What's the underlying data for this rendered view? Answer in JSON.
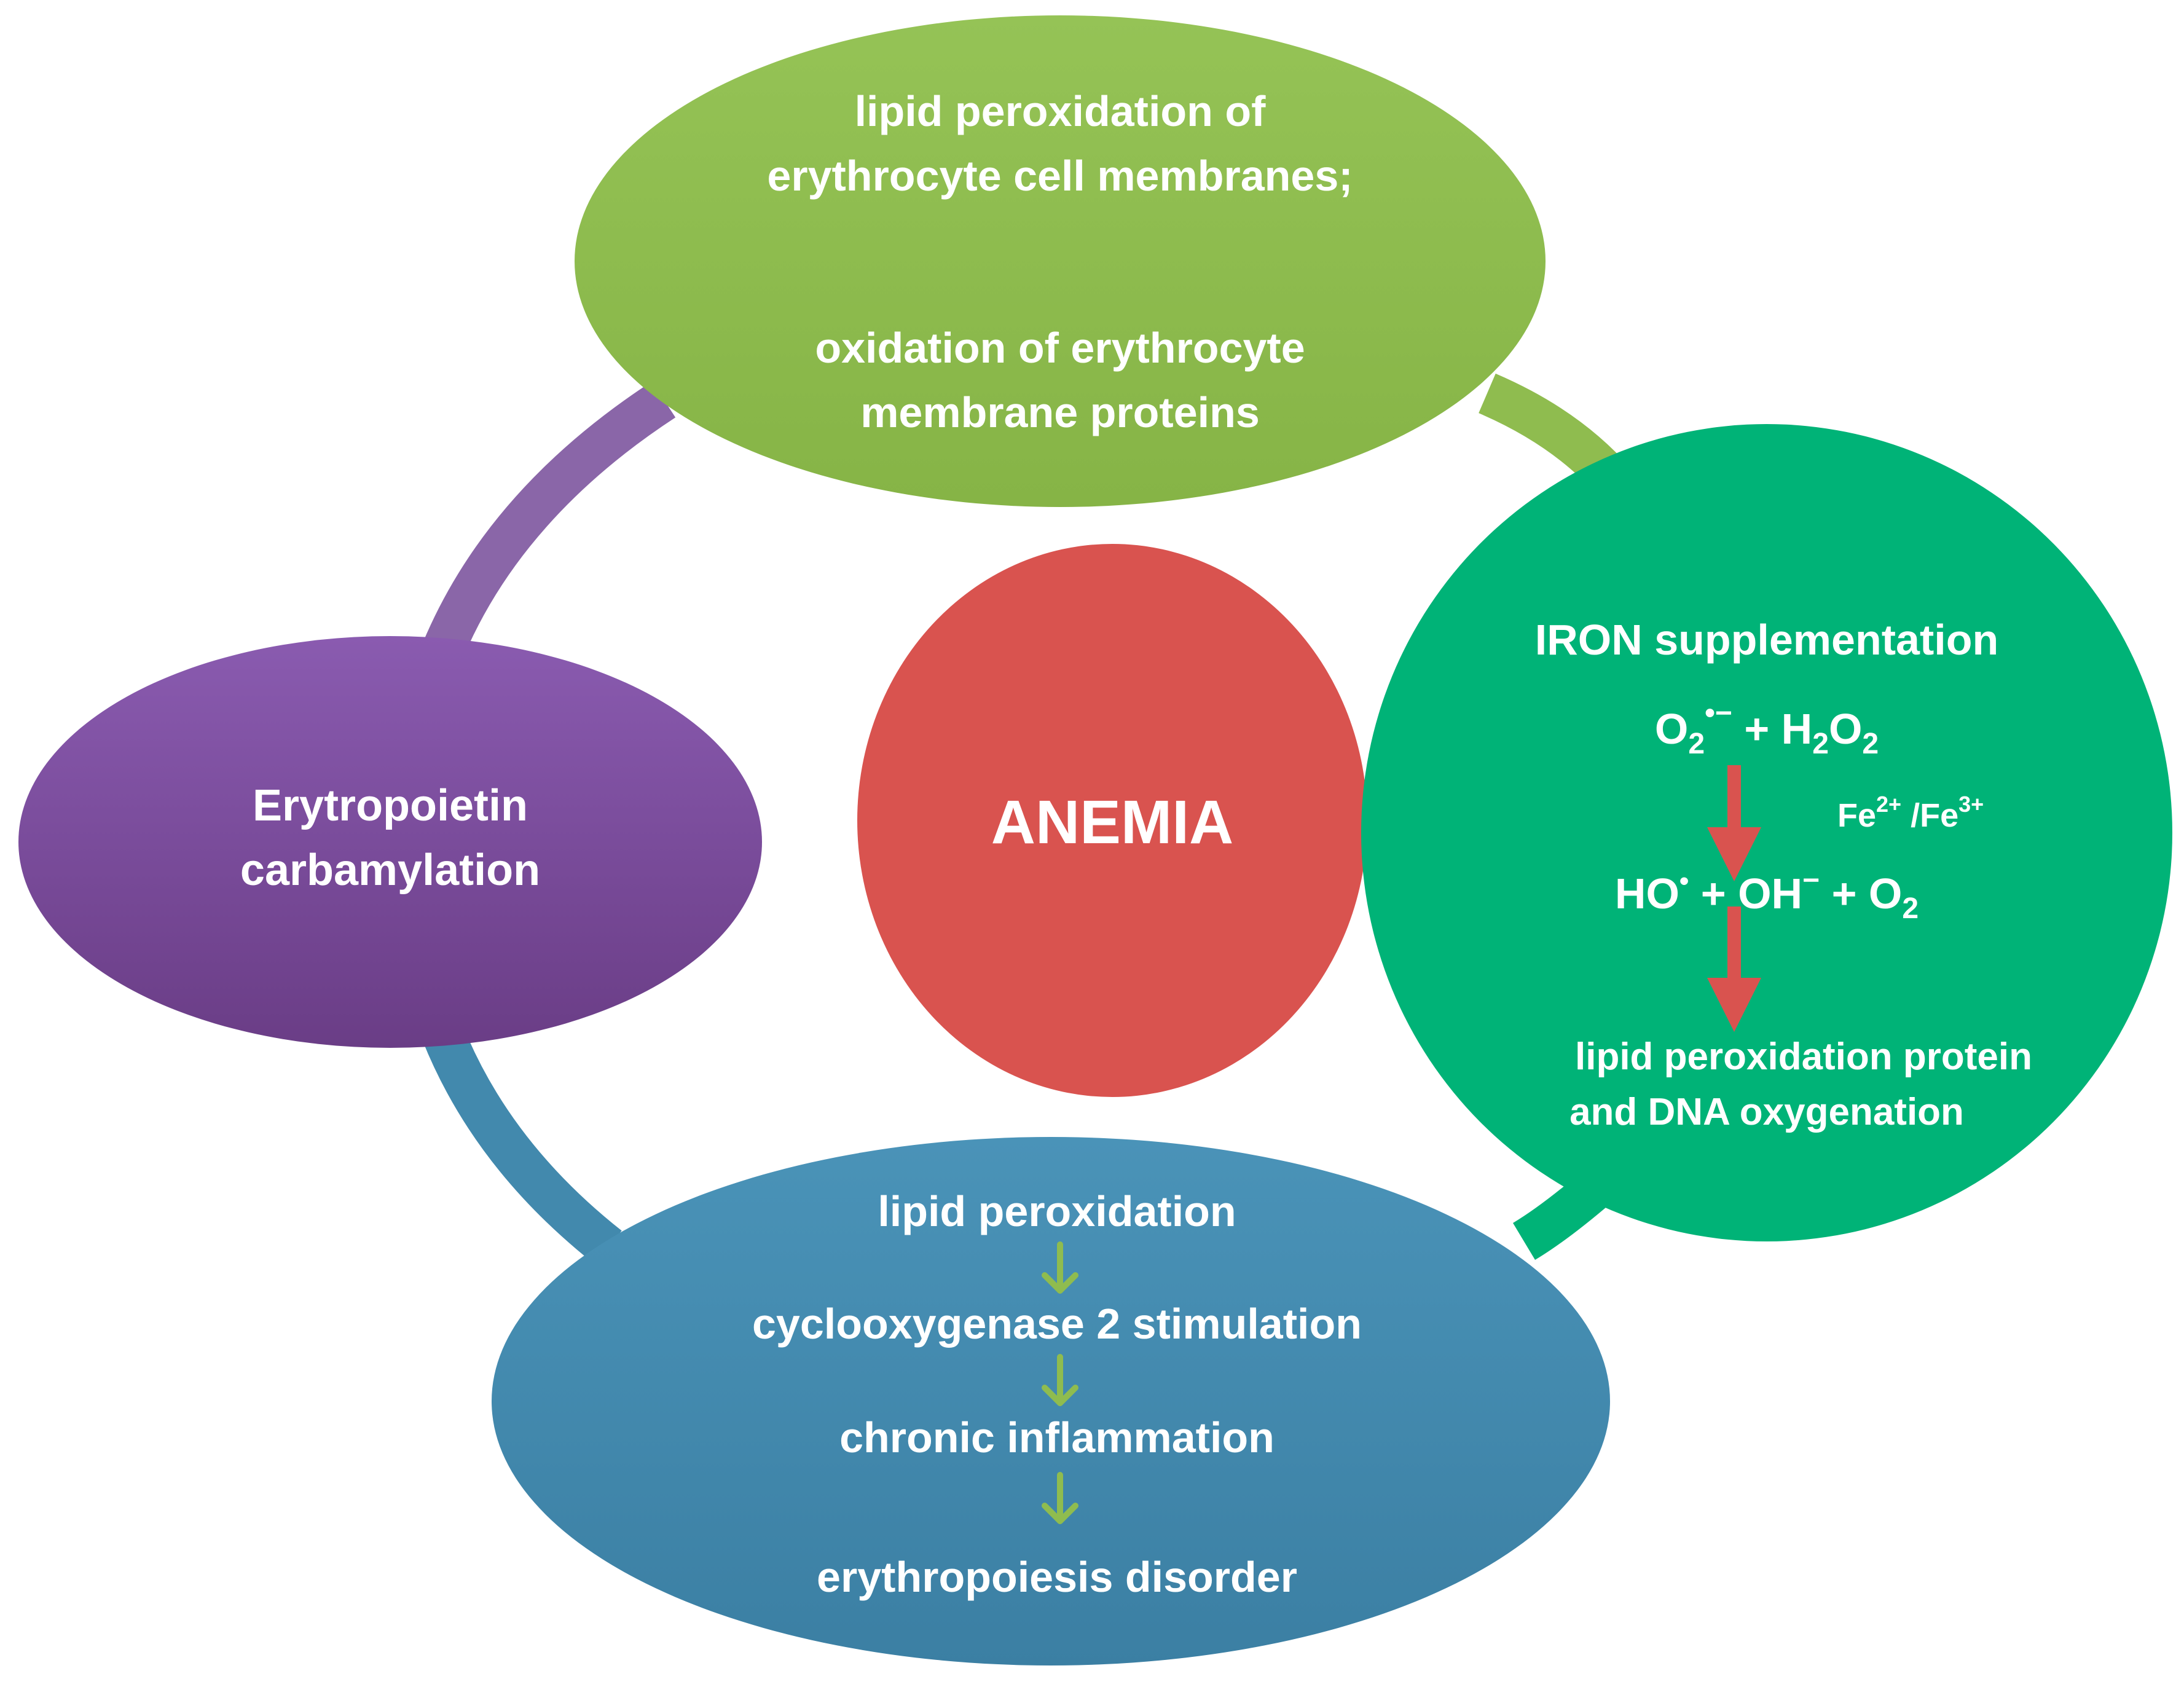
{
  "center": {
    "label": "ANEMIA",
    "color": "#d9534f"
  },
  "top": {
    "color": "#8fbc4f",
    "lines": [
      "lipid peroxidation of",
      "erythrocyte cell membranes;",
      "oxidation of erythrocyte",
      "membrane proteins"
    ]
  },
  "left": {
    "color": "#7e4f9f",
    "lines": [
      "Erytropoietin",
      "carbamylation"
    ]
  },
  "right": {
    "color": "#00b377",
    "title": "IRON supplementation",
    "reaction1": {
      "o2": "O",
      "o2_sub": "2",
      "o2_sup": "•−",
      "plus": " + H",
      "h2o2_sub1": "2",
      "h2o2_o": "O",
      "h2o2_sub2": "2"
    },
    "catalyst": {
      "fe1": "Fe",
      "fe1_sup": "2+",
      "slash": " /Fe",
      "fe2_sup": "3+"
    },
    "reaction2": {
      "ho": "HO",
      "ho_sup": "•",
      "oh": " + OH",
      "oh_sup": "−",
      "o2": " + O",
      "o2_sub": "2"
    },
    "outcome": [
      "lipid peroxidation  protein",
      "and DNA oxygenation"
    ],
    "arrow_color": "#d9534f"
  },
  "bottom": {
    "color": "#4289ad",
    "steps": [
      "lipid peroxidation",
      "cyclooxygenase 2 stimulation",
      "chronic inflammation",
      "erythropoiesis disorder"
    ],
    "arrow_color": "#8fbc4f"
  },
  "ring_colors": {
    "top_left": "#8a66a8",
    "top_right": "#8fbc4f",
    "bottom_left": "#4289ad",
    "bottom_right": "#00b377"
  }
}
